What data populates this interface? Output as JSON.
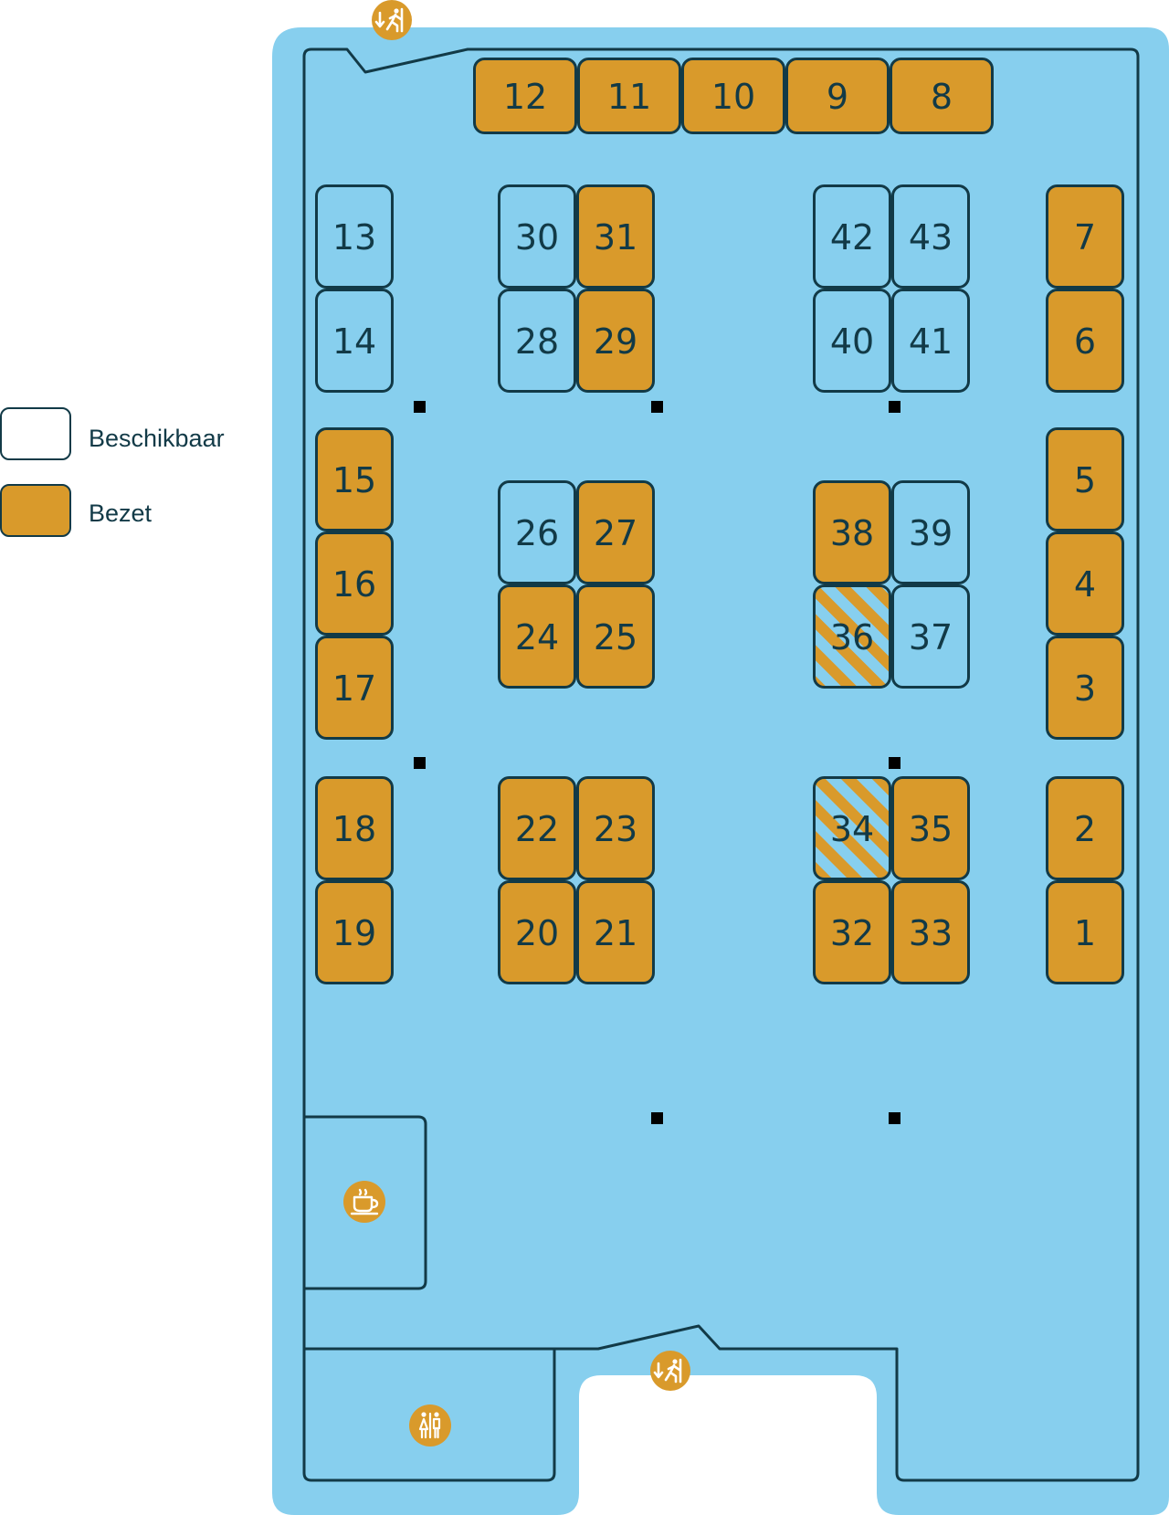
{
  "legend": {
    "available_label": "Beschikbaar",
    "occupied_label": "Bezet"
  },
  "colors": {
    "floor": "#87cfee",
    "available": "#87cfee",
    "occupied": "#d99a2b",
    "outline": "#123a47",
    "text": "#123a47",
    "legend_available_fill": "#ffffff",
    "pillar": "#000000"
  },
  "icons": {
    "emergency_exit": "emergency-exit-icon",
    "coffee": "coffee-cup-icon",
    "restroom": "restroom-icon"
  },
  "desks": [
    {
      "id": "12",
      "status": "occupied"
    },
    {
      "id": "11",
      "status": "occupied"
    },
    {
      "id": "10",
      "status": "occupied"
    },
    {
      "id": "9",
      "status": "occupied"
    },
    {
      "id": "8",
      "status": "occupied"
    },
    {
      "id": "13",
      "status": "available"
    },
    {
      "id": "14",
      "status": "available"
    },
    {
      "id": "30",
      "status": "available"
    },
    {
      "id": "31",
      "status": "occupied"
    },
    {
      "id": "28",
      "status": "available"
    },
    {
      "id": "29",
      "status": "occupied"
    },
    {
      "id": "42",
      "status": "available"
    },
    {
      "id": "43",
      "status": "available"
    },
    {
      "id": "40",
      "status": "available"
    },
    {
      "id": "41",
      "status": "available"
    },
    {
      "id": "7",
      "status": "occupied"
    },
    {
      "id": "6",
      "status": "occupied"
    },
    {
      "id": "15",
      "status": "occupied"
    },
    {
      "id": "16",
      "status": "occupied"
    },
    {
      "id": "17",
      "status": "occupied"
    },
    {
      "id": "26",
      "status": "available"
    },
    {
      "id": "27",
      "status": "occupied"
    },
    {
      "id": "24",
      "status": "occupied"
    },
    {
      "id": "25",
      "status": "occupied"
    },
    {
      "id": "38",
      "status": "occupied"
    },
    {
      "id": "39",
      "status": "available"
    },
    {
      "id": "36",
      "status": "partial"
    },
    {
      "id": "37",
      "status": "available"
    },
    {
      "id": "5",
      "status": "occupied"
    },
    {
      "id": "4",
      "status": "occupied"
    },
    {
      "id": "3",
      "status": "occupied"
    },
    {
      "id": "18",
      "status": "occupied"
    },
    {
      "id": "19",
      "status": "occupied"
    },
    {
      "id": "22",
      "status": "occupied"
    },
    {
      "id": "23",
      "status": "occupied"
    },
    {
      "id": "20",
      "status": "occupied"
    },
    {
      "id": "21",
      "status": "occupied"
    },
    {
      "id": "34",
      "status": "partial"
    },
    {
      "id": "35",
      "status": "occupied"
    },
    {
      "id": "32",
      "status": "occupied"
    },
    {
      "id": "33",
      "status": "occupied"
    },
    {
      "id": "2",
      "status": "occupied"
    },
    {
      "id": "1",
      "status": "occupied"
    }
  ]
}
